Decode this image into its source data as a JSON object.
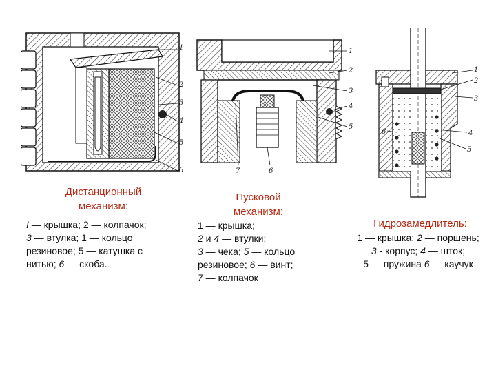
{
  "diagram1": {
    "title_line1": "Дистанционный",
    "title_line2": "механизм:",
    "desc": [
      {
        "parts": [
          [
            "i",
            "I"
          ],
          [
            "t",
            " — крышка; 2 — колпачок;"
          ]
        ]
      },
      {
        "parts": [
          [
            "i",
            "3"
          ],
          [
            "t",
            " — втулка; 1 — кольцо"
          ]
        ]
      },
      {
        "parts": [
          [
            "t",
            "резиновое; 5 — катушка с"
          ]
        ]
      },
      {
        "parts": [
          [
            "t",
            "нитью; "
          ],
          [
            "i",
            "6"
          ],
          [
            "t",
            " — скоба."
          ]
        ]
      }
    ],
    "callouts": [
      "1",
      "2",
      "3",
      "4",
      "5",
      "6"
    ]
  },
  "diagram2": {
    "title_line1": "Пусковой",
    "title_line2": "механизм:",
    "desc": [
      {
        "parts": [
          [
            "t",
            "1 — крышка;"
          ]
        ]
      },
      {
        "parts": [
          [
            "t",
            " "
          ],
          [
            "i",
            "2"
          ],
          [
            "t",
            " и "
          ],
          [
            "i",
            "4"
          ],
          [
            "t",
            " — втулки;"
          ]
        ]
      },
      {
        "parts": [
          [
            "i",
            "3"
          ],
          [
            "t",
            " — чека; "
          ],
          [
            "i",
            "5"
          ],
          [
            "t",
            " — кольцо"
          ]
        ]
      },
      {
        "parts": [
          [
            "t",
            "резиновое; "
          ],
          [
            "i",
            "6"
          ],
          [
            "t",
            " — винт;"
          ]
        ]
      },
      {
        "parts": [
          [
            "t",
            " "
          ],
          [
            "i",
            "7"
          ],
          [
            "t",
            " — колпачок"
          ]
        ]
      }
    ],
    "callouts": [
      "1",
      "2",
      "3",
      "4",
      "5",
      "6",
      "7"
    ]
  },
  "diagram3": {
    "title_line1": "Гидрозамедлитель:",
    "desc": [
      {
        "parts": [
          [
            "t",
            "1 — крышка; "
          ],
          [
            "i",
            "2"
          ],
          [
            "t",
            " — поршень;"
          ]
        ]
      },
      {
        "parts": [
          [
            "i",
            "3"
          ],
          [
            "t",
            " - корпус; "
          ],
          [
            "i",
            "4"
          ],
          [
            "t",
            " — шток;"
          ]
        ]
      },
      {
        "parts": [
          [
            "t",
            "5 — пружина "
          ],
          [
            "i",
            "6"
          ],
          [
            "t",
            " — каучук"
          ]
        ]
      }
    ],
    "callouts": [
      "1",
      "2",
      "3",
      "4",
      "5",
      "6"
    ]
  }
}
